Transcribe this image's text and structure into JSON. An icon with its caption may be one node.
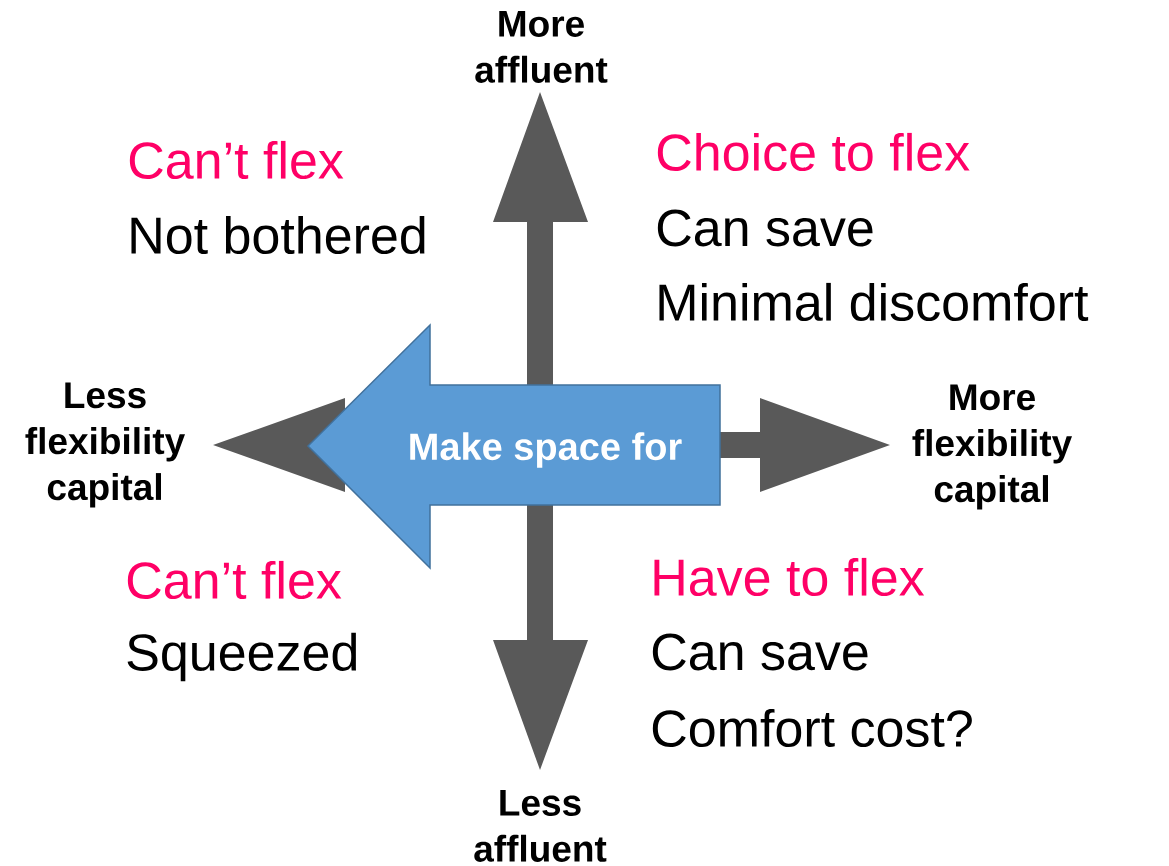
{
  "diagram": {
    "nodes": [
      {
        "text": [
          "Make space for"
        ]
      }
    ],
    "labels": [
      "More affluent",
      "Can’t flex",
      "Not bothered",
      "Choice to flex",
      "Can save",
      "Minimal discomfort",
      "Less flexibility capital",
      "More flexibility capital",
      "Can’t flex",
      "Squeezed",
      "Have to flex",
      "Can save",
      "Comfort cost?",
      "Less affluent"
    ]
  }
}
